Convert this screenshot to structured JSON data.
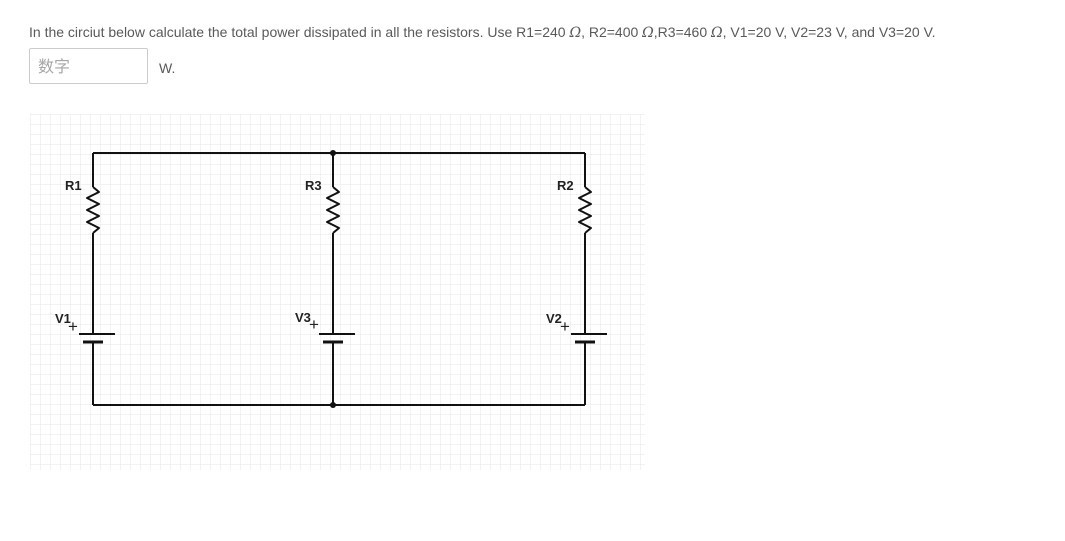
{
  "question": {
    "part1": "In the circiut below calculate the total power dissipated in all the resistors. Use R1=240 ",
    "omega": "Ω",
    "part2": ", R2=400 ",
    "part3": ",R3=460 ",
    "part4": ", V1=20 V, V2=23 V, and V3=20 V."
  },
  "answer": {
    "placeholder": "数字",
    "value": "",
    "unit": "W."
  },
  "circuit": {
    "resistors": [
      {
        "id": "r1",
        "label": "R1"
      },
      {
        "id": "r3",
        "label": "R3"
      },
      {
        "id": "r2",
        "label": "R2"
      }
    ],
    "sources": [
      {
        "id": "v1",
        "label": "V1"
      },
      {
        "id": "v3",
        "label": "V3"
      },
      {
        "id": "v2",
        "label": "V2"
      }
    ],
    "plus_sign": "+"
  }
}
